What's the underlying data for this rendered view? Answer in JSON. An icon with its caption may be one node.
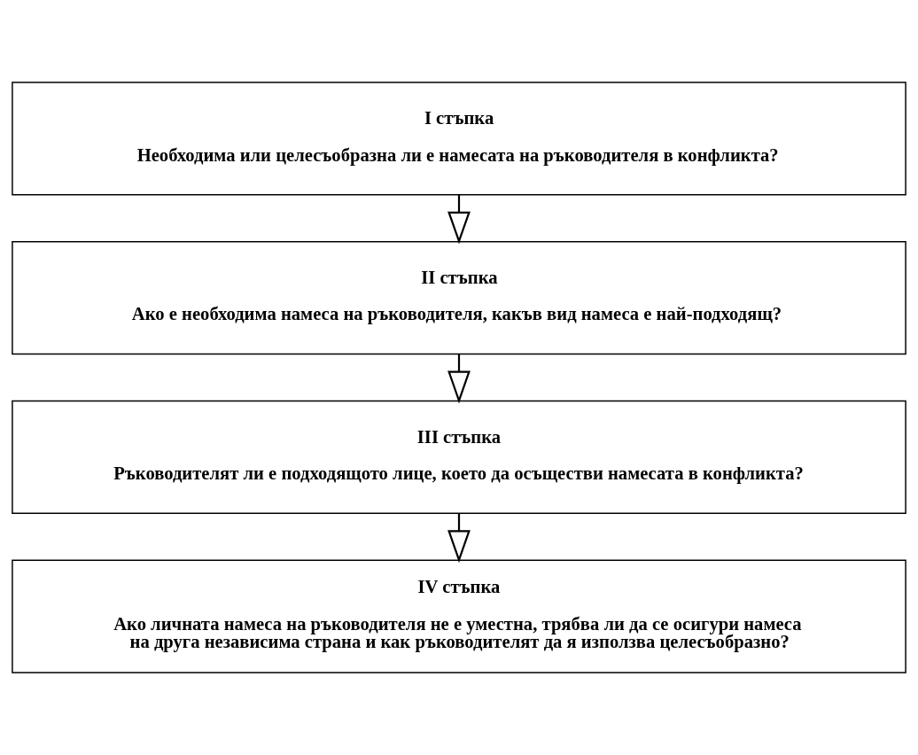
{
  "diagram": {
    "nodes": [
      {
        "text": [
          "I стъпка",
          "Необходима или целесъобразна ли е намесата на ръководителя в конфликта?"
        ]
      },
      {
        "text": [
          "II стъпка",
          "Ако е необходима намеса на ръководителя, какъв вид намеса е най-подходящ?"
        ]
      },
      {
        "text": [
          "III стъпка",
          "Ръководителят ли е подходящото лице, което да осъществи намесата в конфликта?"
        ]
      },
      {
        "text": [
          "IV стъпка",
          "Ако личната намеса на ръководителя не е уместна, трябва ли да се осигури намеса на друга независима страна и как ръководителят да я използва целесъобразно?"
        ]
      }
    ],
    "edges": [
      {
        "from": 0,
        "to": 1,
        "arrow": "to"
      },
      {
        "from": 1,
        "to": 2,
        "arrow": "to"
      },
      {
        "from": 2,
        "to": 3,
        "arrow": "to"
      }
    ]
  }
}
